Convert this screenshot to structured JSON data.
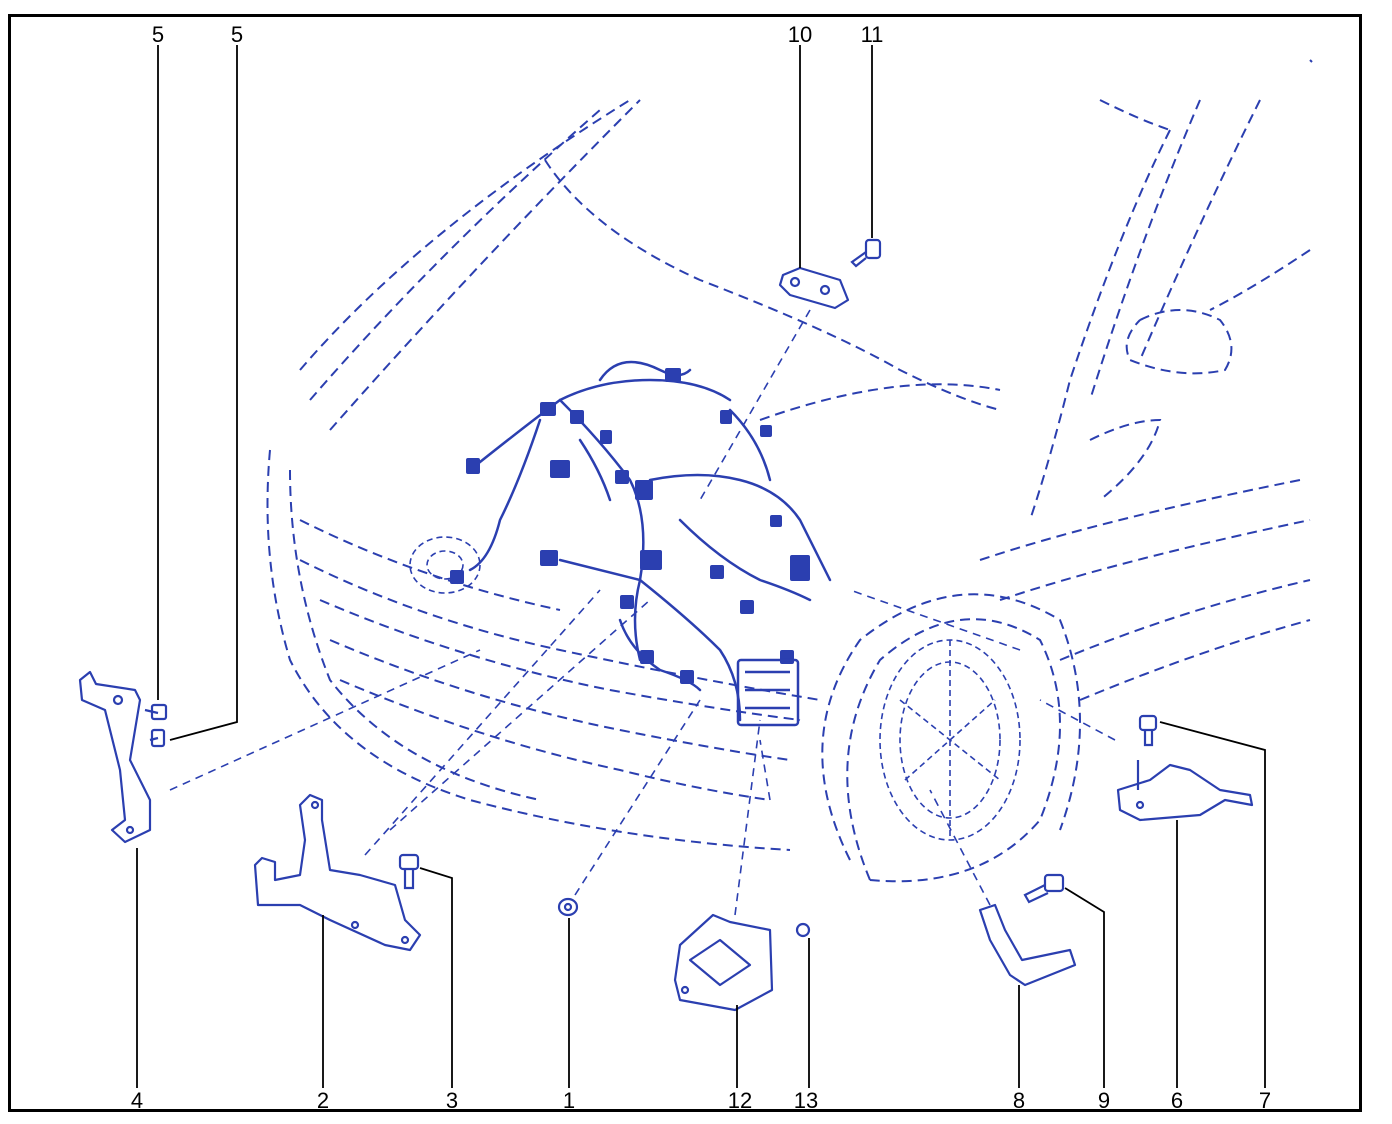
{
  "callouts_top": [
    "5",
    "5",
    "10",
    "11"
  ],
  "callouts_bottom": [
    "4",
    "2",
    "3",
    "1",
    "12",
    "13",
    "8",
    "9",
    "6",
    "7"
  ],
  "colors": {
    "line": "#2b3fb0",
    "frame": "#000000",
    "text": "#000000",
    "background": "#ffffff"
  }
}
